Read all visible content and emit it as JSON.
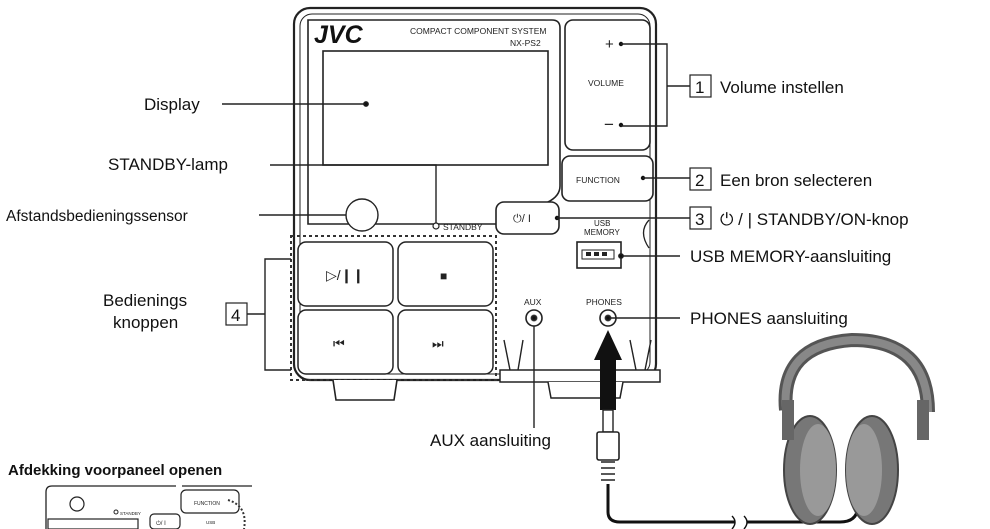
{
  "device": {
    "brand": "JVC",
    "model_line1": "COMPACT COMPONENT SYSTEM",
    "model_line2": "NX-PS2",
    "volume_label": "VOLUME",
    "volume_plus": "+",
    "volume_minus": "−",
    "function_label": "FUNCTION",
    "power_label": "⏻/ I",
    "standby_label": "STANDBY",
    "usb_label_1": "USB",
    "usb_label_2": "MEMORY",
    "aux_label": "AUX",
    "phones_label": "PHONES",
    "play_pause_symbol": "▷/❙❙",
    "stop_symbol": "■",
    "prev_symbol": "⏮",
    "next_symbol": "⏭"
  },
  "callouts": {
    "display": "Display",
    "standby_lamp": "STANDBY-lamp",
    "remote_sensor": "Afstandsbedieningssensor",
    "controls_line1": "Bedienings",
    "controls_line2": "knoppen",
    "controls_num": "4",
    "volume_num": "1",
    "volume_text": "Volume instellen",
    "function_num": "2",
    "function_text": "Een bron selecteren",
    "power_num": "3",
    "power_text": "⏻ / | STANDBY/ON-knop",
    "usb_text": "USB MEMORY-aansluiting",
    "phones_text": "PHONES aansluiting",
    "aux_text": "AUX aansluiting"
  },
  "inset": {
    "title": "Afdekking voorpaneel openen",
    "standby": "STANDBY",
    "function": "FUNCTION",
    "usb": "USB",
    "power": "⏻/ I"
  }
}
